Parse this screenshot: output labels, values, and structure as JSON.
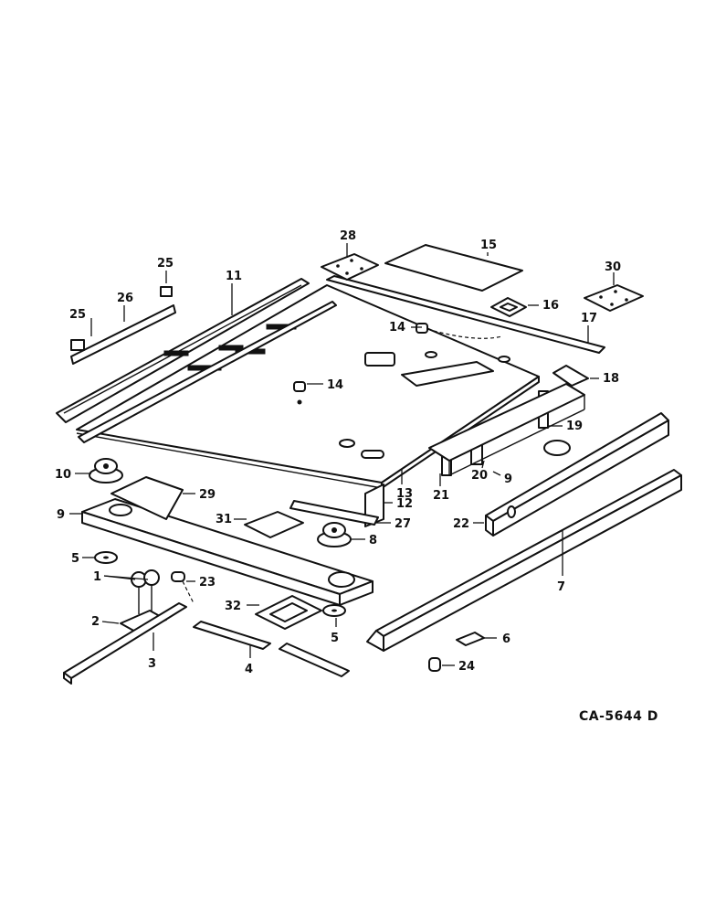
{
  "diagram_ref": "CA-5644 D",
  "callouts": [
    "1",
    "2",
    "3",
    "4",
    "5",
    "5",
    "6",
    "7",
    "8",
    "9",
    "9",
    "10",
    "11",
    "12",
    "13",
    "14",
    "14",
    "15",
    "16",
    "17",
    "18",
    "19",
    "20",
    "21",
    "22",
    "23",
    "24",
    "25",
    "25",
    "26",
    "27",
    "28",
    "29",
    "30",
    "31",
    "32"
  ]
}
